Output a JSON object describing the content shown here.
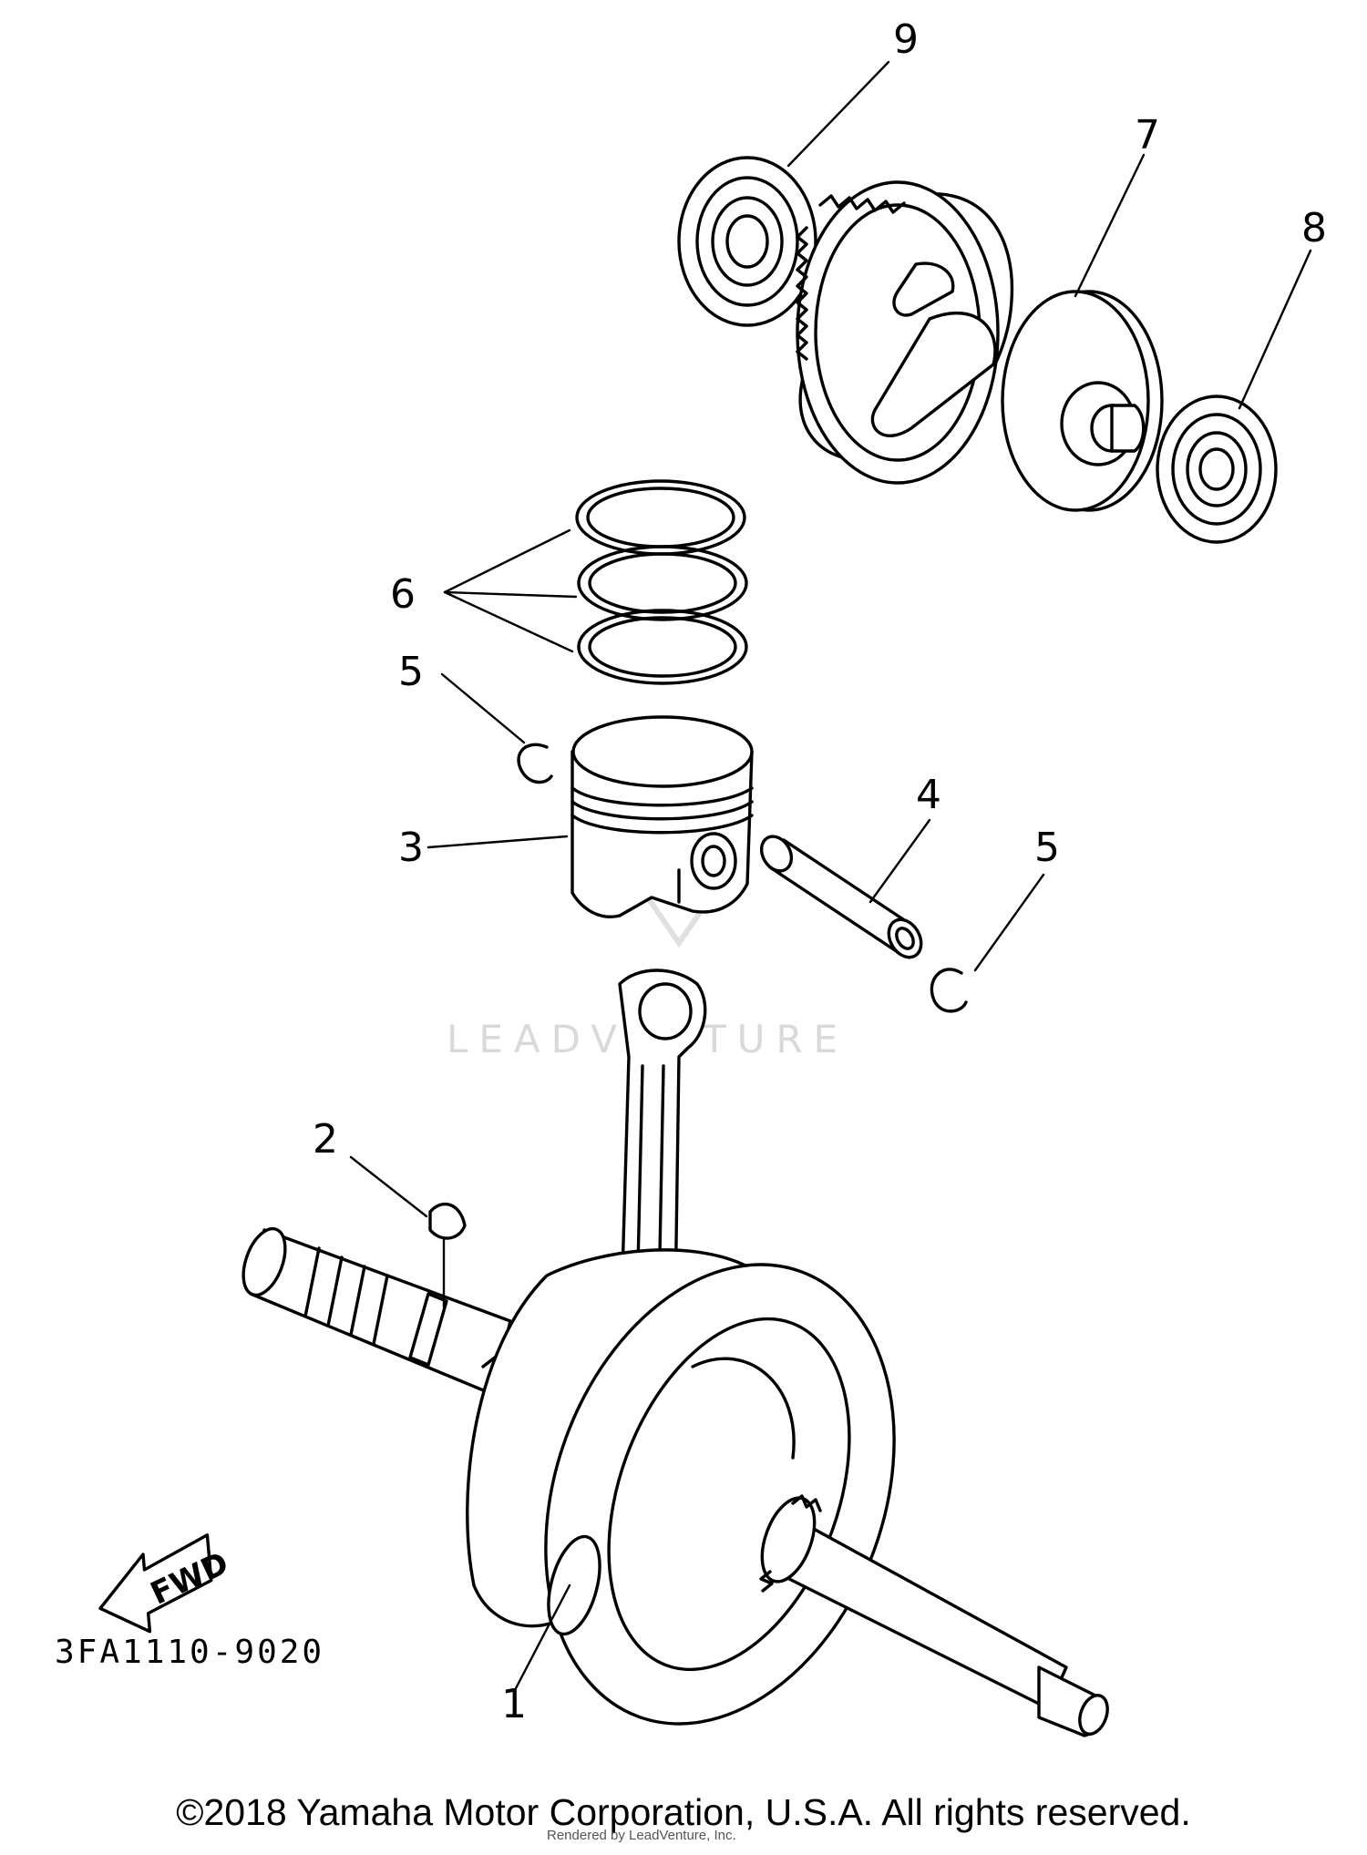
{
  "diagram": {
    "callouts": {
      "c1": "1",
      "c2": "2",
      "c3": "3",
      "c4": "4",
      "c5a": "5",
      "c5b": "5",
      "c6": "6",
      "c7": "7",
      "c8": "8",
      "c9": "9"
    },
    "part_code": "3FA1110-9020",
    "fwd_label": "FWD",
    "watermark": "LEADVENTURE"
  },
  "footer": {
    "copyright": "©2018 Yamaha Motor Corporation, U.S.A. All rights reserved.",
    "rendered_by": "Rendered by LeadVenture, Inc."
  }
}
